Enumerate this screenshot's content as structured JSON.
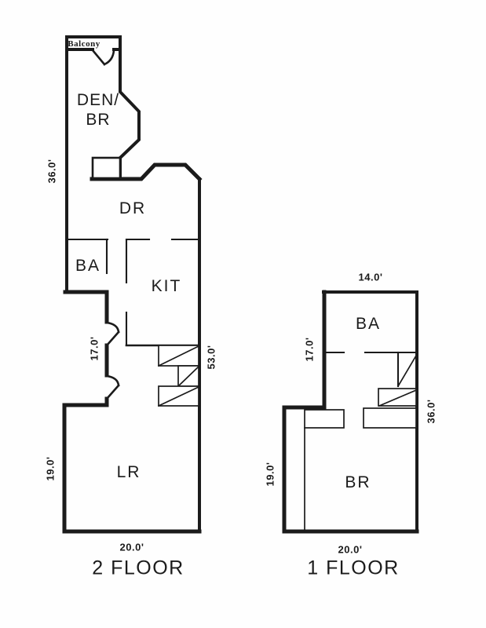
{
  "page": {
    "background": "#fefefe",
    "line_color": "#1b1b1b",
    "type_label": "floor plan"
  },
  "floor2": {
    "title": "2 FLOOR",
    "labels": {
      "balcony": "Balcony",
      "den_br_line1": "DEN/",
      "den_br_line2": "BR",
      "dr": "DR",
      "ba": "BA",
      "kit": "KIT",
      "lr": "LR"
    },
    "dimensions": {
      "left_upper": "36.0'",
      "left_middle": "17.0'",
      "left_lower": "19.0'",
      "right": "53.0'",
      "bottom": "20.0'"
    }
  },
  "floor1": {
    "title": "1 FLOOR",
    "labels": {
      "ba": "BA",
      "br": "BR"
    },
    "dimensions": {
      "top": "14.0'",
      "left_upper": "17.0'",
      "left_lower": "19.0'",
      "right": "36.0'",
      "bottom": "20.0'"
    }
  }
}
